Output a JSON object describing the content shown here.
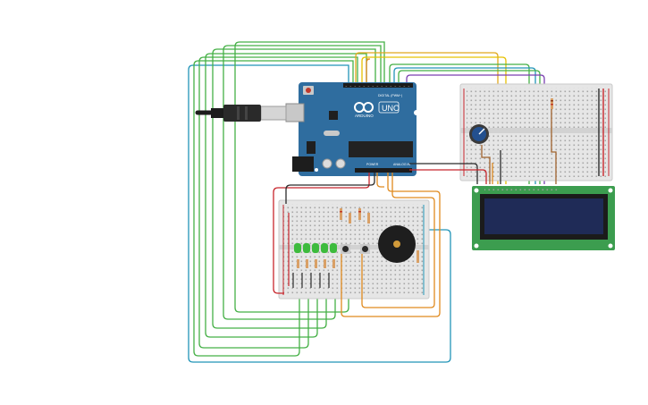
{
  "arduino": {
    "brand": "ARDUINO",
    "model": "UNO",
    "digital_label": "DIGITAL (PWM~)",
    "power_label": "POWER",
    "analog_label": "ANALOG IN"
  },
  "colors": {
    "board": "#2f6d9f",
    "breadboard": "#e7e7e7",
    "lcd_pcb": "#3c9d4f",
    "lcd_screen": "#1f2b57",
    "wire_green": "#45b046",
    "wire_teal": "#2295b8",
    "wire_orange": "#e08a1e",
    "wire_yellow": "#e6c000",
    "wire_red": "#c8262d",
    "wire_black": "#2b2b2b",
    "wire_purple": "#7a3fb0",
    "wire_brown": "#a0632e",
    "led": "#3dbb3d",
    "buzzer": "#1e1e1e",
    "pot_knob": "#23508f"
  },
  "components": [
    {
      "name": "usb-cable-icon"
    },
    {
      "name": "potentiometer-icon"
    },
    {
      "name": "buzzer-icon"
    },
    {
      "name": "pushbutton-icon"
    },
    {
      "name": "led-icon"
    },
    {
      "name": "resistor-icon"
    },
    {
      "name": "lcd-display-icon"
    }
  ]
}
